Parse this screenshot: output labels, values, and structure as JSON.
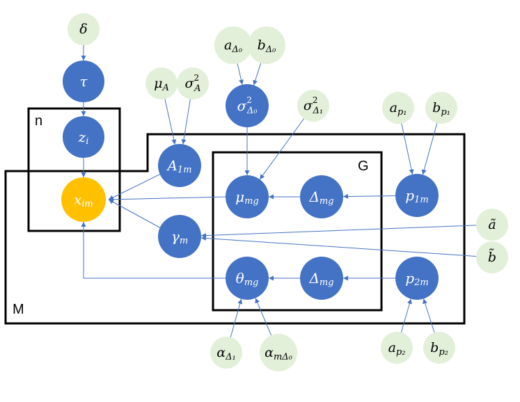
{
  "colors": {
    "latent": "#4472C4",
    "observed": "#FFC000",
    "hyper": "#E2F0D9",
    "edge": "#4472C4",
    "plate": "#000000"
  },
  "plates": {
    "n": "n",
    "M": "M",
    "G": "G"
  },
  "nodes": {
    "delta": {
      "sym": "δ",
      "sub": "",
      "sup": "",
      "kind": "hyper"
    },
    "tau": {
      "sym": "τ",
      "sub": "",
      "sup": "",
      "kind": "latent"
    },
    "z_i": {
      "sym": "z",
      "sub": "i",
      "sup": "",
      "kind": "latent"
    },
    "x_im": {
      "sym": "x",
      "sub": "im",
      "sup": "",
      "kind": "observed"
    },
    "mu_A": {
      "sym": "μ",
      "sub": "A",
      "sup": "",
      "kind": "hyper"
    },
    "sigma_A2": {
      "sym": "σ",
      "sub": "A",
      "sup": "2",
      "kind": "hyper"
    },
    "A_1m": {
      "sym": "A",
      "sub": "1m",
      "sup": "",
      "kind": "latent"
    },
    "gamma_m": {
      "sym": "γ",
      "sub": "m",
      "sup": "",
      "kind": "latent"
    },
    "a_Delta0": {
      "sym": "a",
      "sub": "Δ₀",
      "sup": "",
      "kind": "hyper"
    },
    "b_Delta0": {
      "sym": "b",
      "sub": "Δ₀",
      "sup": "",
      "kind": "hyper"
    },
    "sigma_Delta0": {
      "sym": "σ",
      "sub": "Δ₀",
      "sup": "2",
      "kind": "latent"
    },
    "sigma_Delta1": {
      "sym": "σ",
      "sub": "Δ₁",
      "sup": "2",
      "kind": "hyper"
    },
    "mu_mg": {
      "sym": "μ",
      "sub": "mg",
      "sup": "",
      "kind": "latent"
    },
    "Delta_mg_1": {
      "sym": "Δ",
      "sub": "mg",
      "sup": "",
      "kind": "latent"
    },
    "theta_mg": {
      "sym": "θ",
      "sub": "mg",
      "sup": "",
      "kind": "latent"
    },
    "Delta_mg_2": {
      "sym": "Δ",
      "sub": "mg",
      "sup": "",
      "kind": "latent"
    },
    "a_p1": {
      "sym": "a",
      "sub": "p₁",
      "sup": "",
      "kind": "hyper"
    },
    "b_p1": {
      "sym": "b",
      "sub": "p₁",
      "sup": "",
      "kind": "hyper"
    },
    "p_1m": {
      "sym": "p",
      "sub": "1m",
      "sup": "",
      "kind": "latent"
    },
    "p_2m": {
      "sym": "p",
      "sub": "2m",
      "sup": "",
      "kind": "latent"
    },
    "a_tilde": {
      "sym": "ã",
      "sub": "",
      "sup": "",
      "kind": "hyper"
    },
    "b_tilde": {
      "sym": "b̃",
      "sub": "",
      "sup": "",
      "kind": "hyper"
    },
    "alpha_Delta1": {
      "sym": "α",
      "sub": "Δ₁",
      "sup": "",
      "kind": "hyper"
    },
    "alpha_mDelta0": {
      "sym": "α",
      "sub": "mΔ₀",
      "sup": "",
      "kind": "hyper"
    },
    "a_p2": {
      "sym": "a",
      "sub": "p₂",
      "sup": "",
      "kind": "hyper"
    },
    "b_p2": {
      "sym": "b",
      "sub": "p₂",
      "sup": "",
      "kind": "hyper"
    }
  },
  "edges": [
    [
      "delta",
      "tau"
    ],
    [
      "tau",
      "z_i"
    ],
    [
      "z_i",
      "x_im"
    ],
    [
      "mu_A",
      "A_1m"
    ],
    [
      "sigma_A2",
      "A_1m"
    ],
    [
      "A_1m",
      "x_im"
    ],
    [
      "mu_mg",
      "x_im"
    ],
    [
      "gamma_m",
      "x_im"
    ],
    [
      "theta_mg",
      "x_im"
    ],
    [
      "a_Delta0",
      "sigma_Delta0"
    ],
    [
      "b_Delta0",
      "sigma_Delta0"
    ],
    [
      "sigma_Delta0",
      "mu_mg"
    ],
    [
      "sigma_Delta1",
      "mu_mg"
    ],
    [
      "Delta_mg_1",
      "mu_mg"
    ],
    [
      "p_1m",
      "Delta_mg_1"
    ],
    [
      "Delta_mg_2",
      "theta_mg"
    ],
    [
      "p_2m",
      "Delta_mg_2"
    ],
    [
      "a_p1",
      "p_1m"
    ],
    [
      "b_p1",
      "p_1m"
    ],
    [
      "a_tilde",
      "gamma_m"
    ],
    [
      "b_tilde",
      "gamma_m"
    ],
    [
      "alpha_Delta1",
      "theta_mg"
    ],
    [
      "alpha_mDelta0",
      "theta_mg"
    ],
    [
      "a_p2",
      "p_2m"
    ],
    [
      "b_p2",
      "p_2m"
    ]
  ]
}
